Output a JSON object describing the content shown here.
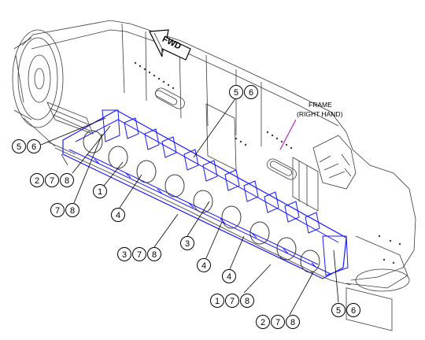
{
  "direction_arrow": {
    "label": "FWD"
  },
  "frame_label": {
    "line1": "FRAME",
    "line2": "(RIGHT HAND)"
  },
  "colors": {
    "line_art": "#3a3a3a",
    "highlight": "#1a1aff",
    "leader": "#000000",
    "frame_leader": "#c000c0",
    "background": "#ffffff"
  },
  "callout_groups": [
    {
      "id": "g-top-56",
      "numbers": [
        "5",
        "6"
      ]
    },
    {
      "id": "g-left-56",
      "numbers": [
        "5",
        "6"
      ]
    },
    {
      "id": "g-left-278",
      "numbers": [
        "2",
        "7",
        "8"
      ]
    },
    {
      "id": "g-left-1",
      "numbers": [
        "1"
      ]
    },
    {
      "id": "g-left-78",
      "numbers": [
        "7",
        "8"
      ]
    },
    {
      "id": "g-left-4",
      "numbers": [
        "4"
      ]
    },
    {
      "id": "g-mid-3",
      "numbers": [
        "3"
      ]
    },
    {
      "id": "g-bottom-378",
      "numbers": [
        "3",
        "7",
        "8"
      ]
    },
    {
      "id": "g-mid-4",
      "numbers": [
        "4"
      ]
    },
    {
      "id": "g-right-4",
      "numbers": [
        "4"
      ]
    },
    {
      "id": "g-bottom-178",
      "numbers": [
        "1",
        "7",
        "8"
      ]
    },
    {
      "id": "g-bottom-278",
      "numbers": [
        "2",
        "7",
        "8"
      ]
    },
    {
      "id": "g-right-56",
      "numbers": [
        "5",
        "6"
      ]
    }
  ]
}
